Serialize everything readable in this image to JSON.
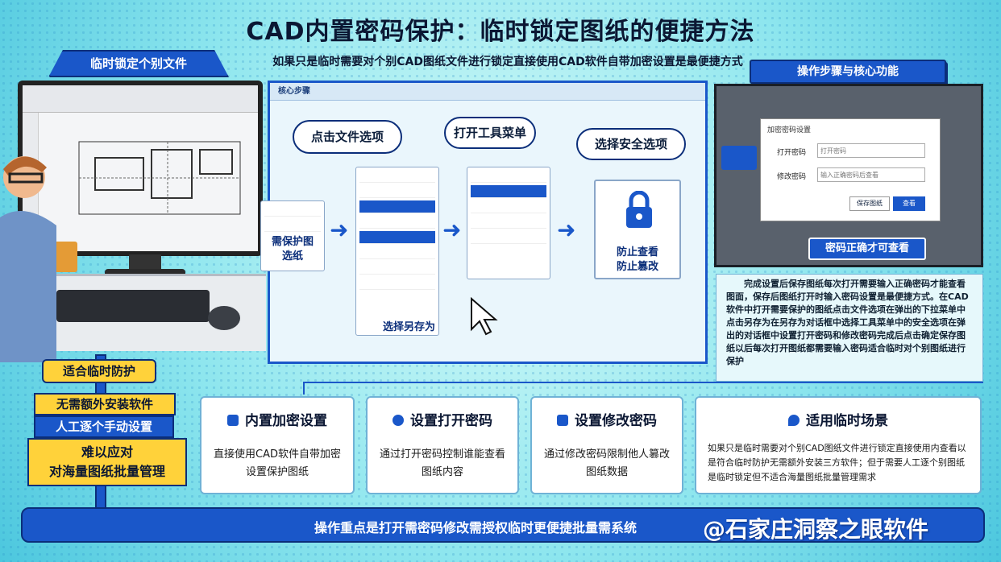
{
  "title": "CAD内置密码保护：临时锁定图纸的便捷方法",
  "subtitle": "如果只是临时需要对个别CAD图纸文件进行锁定直接使用CAD软件自带加密设置是最便捷方式",
  "left_banner": "临时锁定个别文件",
  "right_banner": "操作步骤与核心功能",
  "core_panel": {
    "header": "核心步骤",
    "bubbles": [
      "点击文件选项",
      "打开工具菜单",
      "选择安全选项"
    ],
    "mini1_text": "需保护图\n选纸",
    "lock_text": "防止查看\n防止篡改",
    "save_as": "选择另存为"
  },
  "dialog": {
    "header": "加密密码设置",
    "open_label": "打开密码",
    "open_placeholder": "打开密码",
    "modify_label": "修改密码",
    "modify_placeholder": "输入正确密码后查看",
    "btn_save": "保存图纸",
    "btn_ok": "查看",
    "ok_badge": "密码正确才可查看"
  },
  "description": "完成设置后保存图纸每次打开需要输入正确密码才能查看图面，保存后图纸打开时输入密码设置是最便捷方式。在CAD软件中打开需要保护的图纸点击文件选项在弹出的下拉菜单中点击另存为在另存为对话框中选择工具菜单中的安全选项在弹出的对话框中设置打开密码和修改密码完成后点击确定保存图纸以后每次打开图纸都需要输入密码适合临时对个别图纸进行保护",
  "left_stack": {
    "s1": "适合临时防护",
    "s2": "无需额外安装软件",
    "s3": "人工逐个手动设置",
    "s4": "难以应对\n对海量图纸批量管理"
  },
  "cards": [
    {
      "title": "内置加密设置",
      "body": "直接使用CAD软件自带加密设置保护图纸",
      "icon": "lock-icon"
    },
    {
      "title": "设置打开密码",
      "body": "通过打开密码控制谁能查看图纸内容",
      "icon": "key-icon"
    },
    {
      "title": "设置修改密码",
      "body": "通过修改密码限制他人篡改图纸数据",
      "icon": "lock-icon"
    },
    {
      "title": "适用临时场景",
      "body": "如果只是临时需要对个别CAD图纸文件进行锁定直接使用内查看以是符合临时防护无需额外安装三方软件；但于需要人工逐个别图纸是临时锁定但不适合海量图纸批量管理需求",
      "icon": "pin-icon"
    }
  ],
  "footer": "操作重点是打开需密码修改需授权临时更便捷批量需系统",
  "watermark": "@石家庄洞察之眼软件",
  "colors": {
    "accent": "#1a57c9",
    "highlight": "#ffd23a",
    "dark": "#0b2e7a"
  }
}
